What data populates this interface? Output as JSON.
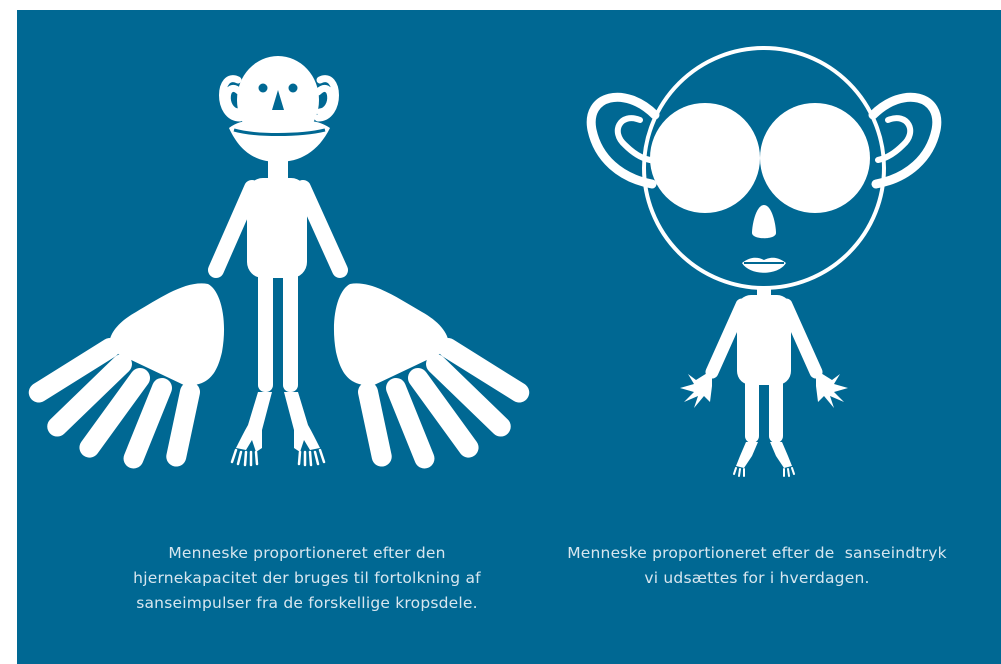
{
  "colors": {
    "background": "#006893",
    "figure": "#ffffff",
    "caption_text": "#d7e6ef"
  },
  "figures": [
    {
      "name": "homunculus-brain-capacity",
      "caption_lines": [
        "Menneske proportioneret efter den",
        "hjernekapacitet der bruges til fortolkning af",
        "sanseimpulser fra de forskellige kropsdele."
      ]
    },
    {
      "name": "homunculus-sensory-impressions",
      "caption_lines": [
        "Menneske proportioneret efter de  sanseindtryk",
        "vi udsættes for i hverdagen."
      ]
    }
  ]
}
